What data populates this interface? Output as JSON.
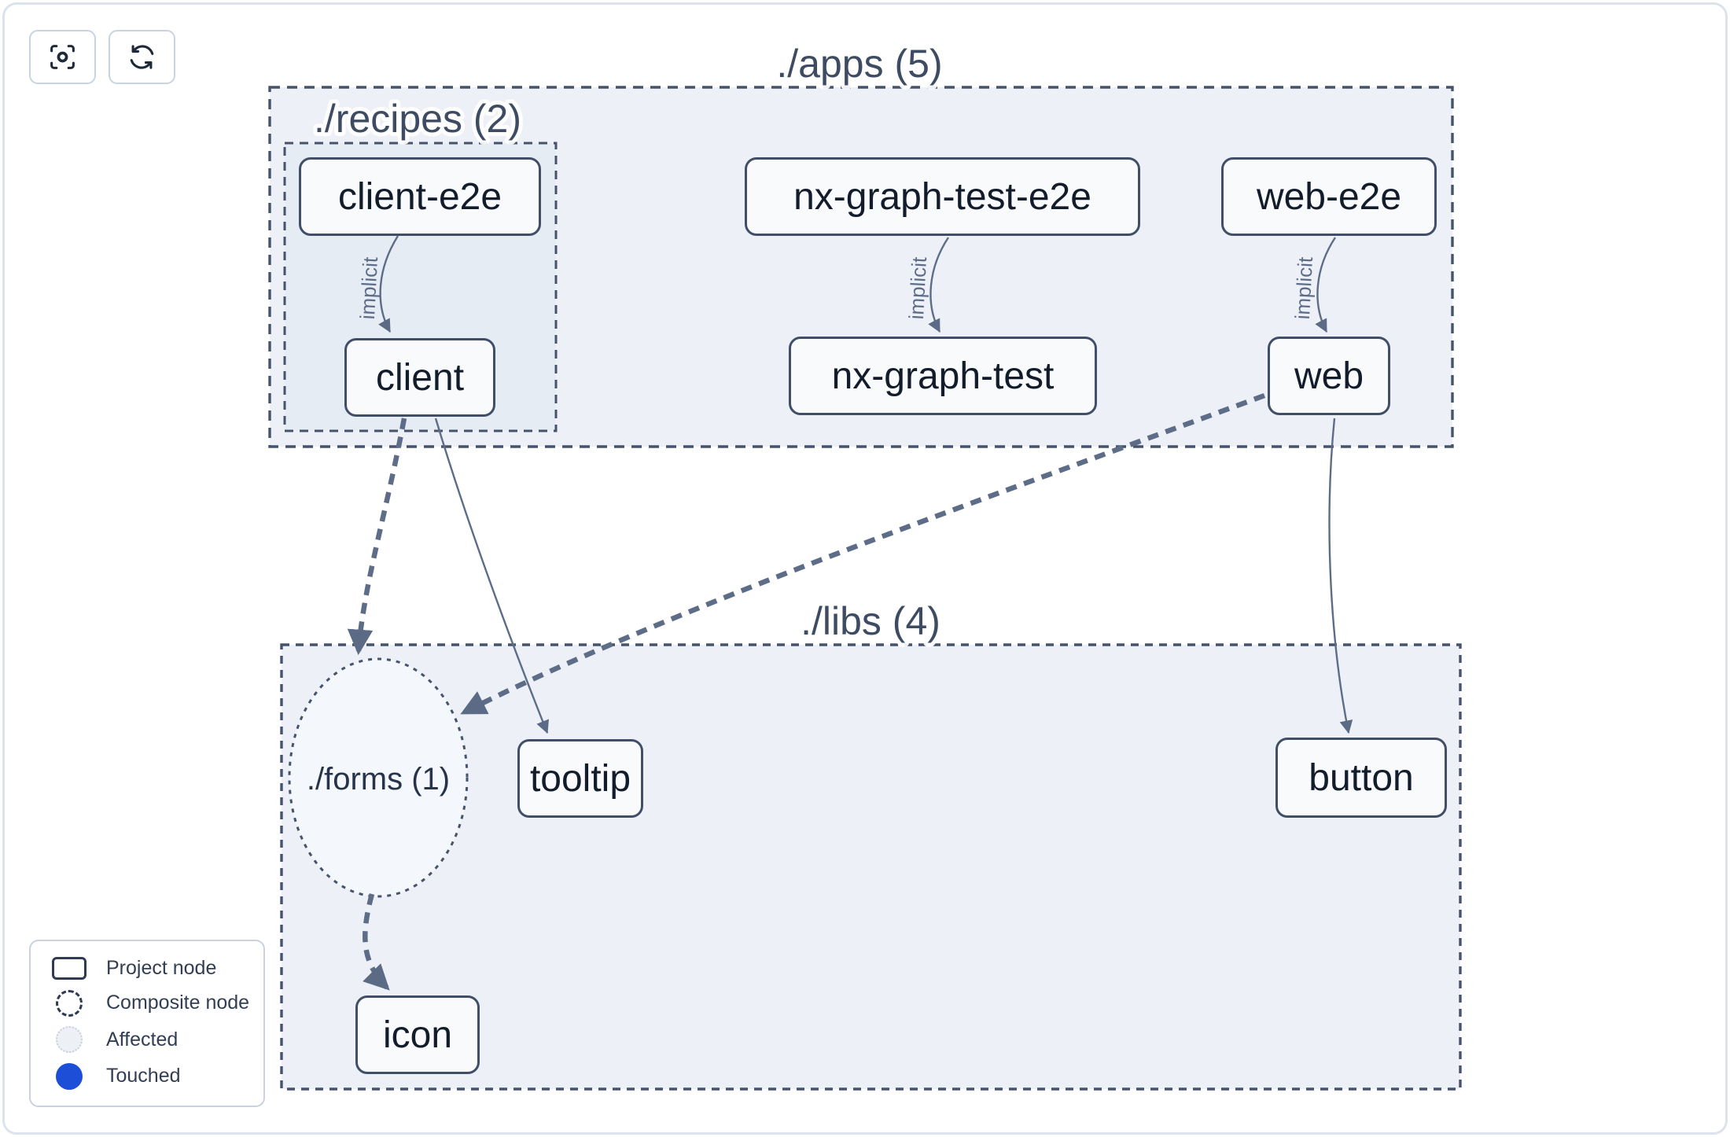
{
  "toolbar": {
    "buttons": [
      {
        "icon": "focus-icon"
      },
      {
        "icon": "refresh-icon"
      }
    ]
  },
  "graph": {
    "clusters": {
      "apps": {
        "label": "./apps (5)"
      },
      "recipes": {
        "label": "./recipes (2)"
      },
      "libs": {
        "label": "./libs (4)"
      },
      "forms": {
        "label": "./forms (1)",
        "type": "composite"
      }
    },
    "nodes": {
      "client_e2e": {
        "label": "client-e2e"
      },
      "client": {
        "label": "client"
      },
      "nx_graph_test_e2e": {
        "label": "nx-graph-test-e2e"
      },
      "nx_graph_test": {
        "label": "nx-graph-test"
      },
      "web_e2e": {
        "label": "web-e2e"
      },
      "web": {
        "label": "web"
      },
      "tooltip": {
        "label": "tooltip"
      },
      "button": {
        "label": "button"
      },
      "icon": {
        "label": "icon"
      }
    },
    "edges": [
      {
        "from": "client-e2e",
        "to": "client",
        "label": "implicit",
        "style": "curved-thin"
      },
      {
        "from": "nx-graph-test-e2e",
        "to": "nx-graph-test",
        "label": "implicit",
        "style": "curved-thin"
      },
      {
        "from": "web-e2e",
        "to": "web",
        "label": "implicit",
        "style": "curved-thin"
      },
      {
        "from": "client",
        "to": "./forms (1)",
        "label": "",
        "style": "thick-dashed"
      },
      {
        "from": "client",
        "to": "tooltip",
        "label": "",
        "style": "curved-thin"
      },
      {
        "from": "web",
        "to": "./forms (1)",
        "label": "",
        "style": "thick-dashed"
      },
      {
        "from": "web",
        "to": "button",
        "label": "",
        "style": "curved-thin"
      },
      {
        "from": "./forms (1)",
        "to": "icon",
        "label": "",
        "style": "thick-dashed"
      }
    ]
  },
  "legend": {
    "items": [
      {
        "label": "Project node",
        "swatch": "project-rect"
      },
      {
        "label": "Composite node",
        "swatch": "composite-dashed-circle"
      },
      {
        "label": "Affected",
        "swatch": "affected-circle"
      },
      {
        "label": "Touched",
        "swatch": "touched-circle"
      }
    ]
  },
  "colors": {
    "cluster_fill": "#edf1f7",
    "cluster_border": "#46536c",
    "node_fill": "#f9fafc",
    "node_border": "#404e67",
    "node_text": "#131c2b",
    "edge": "#5e6d87",
    "touched_blue": "#1d4ed8",
    "affected_fill": "#edf1f6"
  }
}
